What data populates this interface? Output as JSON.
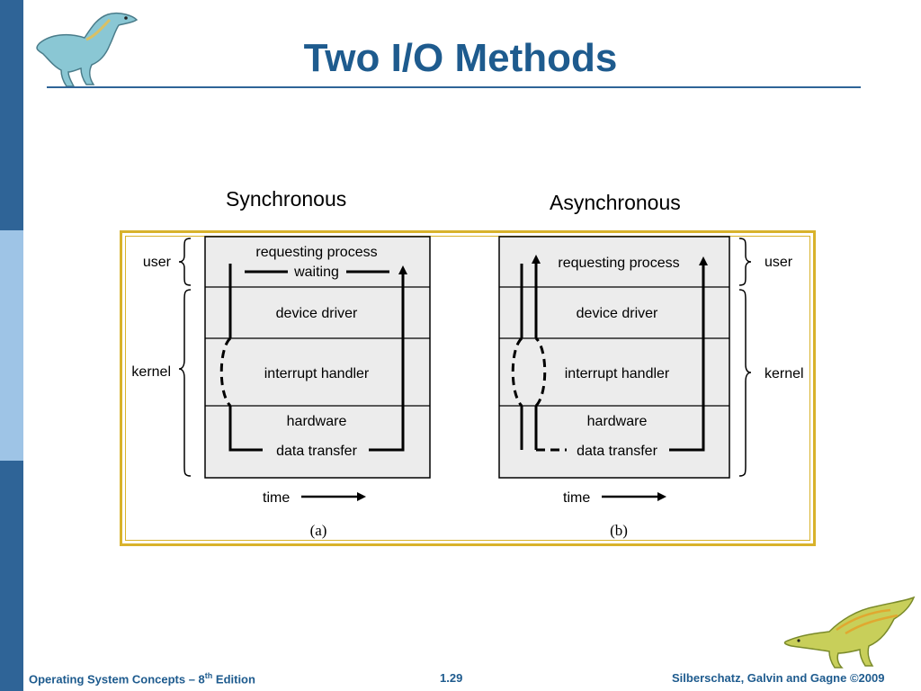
{
  "slide": {
    "title": "Two I/O Methods",
    "subtitle_sync": "Synchronous",
    "subtitle_async": "Asynchronous"
  },
  "diagram": {
    "panel_a": {
      "layers": [
        "requesting process",
        "waiting",
        "device driver",
        "interrupt handler",
        "hardware",
        "data transfer"
      ],
      "side_labels": [
        "user",
        "kernel"
      ],
      "time_label": "time",
      "caption": "(a)"
    },
    "panel_b": {
      "layers": [
        "requesting process",
        "device driver",
        "interrupt handler",
        "hardware",
        "data transfer"
      ],
      "side_labels": [
        "user",
        "kernel"
      ],
      "time_label": "time",
      "caption": "(b)"
    }
  },
  "footer": {
    "left_prefix": "Operating System Concepts – 8",
    "left_sup": "th",
    "left_suffix": " Edition",
    "page": "1.29",
    "right": "Silberschatz, Galvin and Gagne ©2009"
  },
  "colors": {
    "sidebar": "#2f6497",
    "sidebar_light": "#9ec4e6",
    "title": "#1e5b8e",
    "figure_border": "#d8b22b",
    "panel_fill": "#ececec"
  }
}
